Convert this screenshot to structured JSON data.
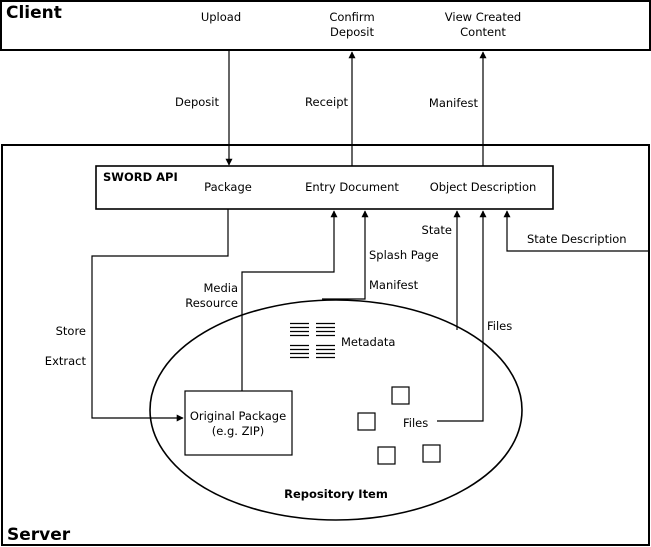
{
  "client": {
    "title": "Client",
    "actions": [
      {
        "line1": "Upload",
        "line2": ""
      },
      {
        "line1": "Confirm",
        "line2": "Deposit"
      },
      {
        "line1": "View Created",
        "line2": "Content"
      }
    ]
  },
  "flows": {
    "deposit": "Deposit",
    "receipt": "Receipt",
    "manifest_top": "Manifest",
    "store": "Store",
    "extract": "Extract",
    "media_resource_1": "Media",
    "media_resource_2": "Resource",
    "splash_page": "Splash Page",
    "manifest_inner": "Manifest",
    "state": "State",
    "state_description": "State Description",
    "files_edge": "Files"
  },
  "server": {
    "title": "Server",
    "api": {
      "title": "SWORD API",
      "package": "Package",
      "entry_document": "Entry Document",
      "object_description": "Object Description"
    },
    "repository": {
      "title": "Repository Item",
      "metadata": "Metadata",
      "files": "Files",
      "original_package_1": "Original Package",
      "original_package_2": "(e.g. ZIP)"
    }
  }
}
